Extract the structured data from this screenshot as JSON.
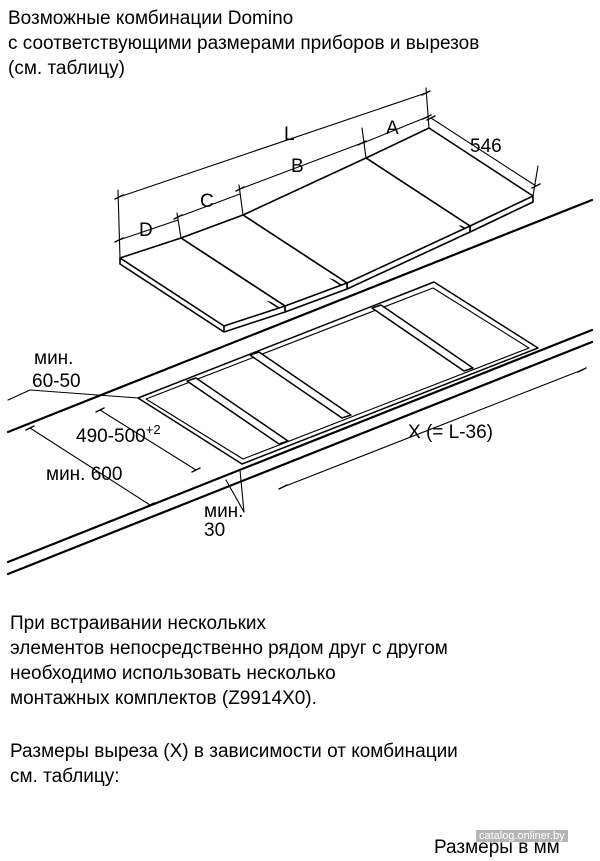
{
  "heading": {
    "line1": "Возможные комбинации Domino",
    "line2": "с соответствующими размерами приборов и вырезов",
    "line3": "(см. таблицу)"
  },
  "labels": {
    "L": "L",
    "A": "A",
    "B": "B",
    "C": "C",
    "D": "D",
    "depth": "546",
    "min_label": "мин.",
    "min_range": "60-50",
    "cutout_depth": "490-500",
    "cutout_tolerance": "+2",
    "min_600": "мин. 600",
    "min_short": "мин.",
    "min_30": "30",
    "cutout_width": "X (= L-36)"
  },
  "notes": {
    "para1": [
      "При встраивании нескольких",
      "элементов непосредственно рядом друг с другом",
      "необходимо использовать несколько",
      "монтажных комплектов (Z9914X0)."
    ],
    "para2": [
      "Размеры выреза (X) в зависимости от комбинации",
      "см. таблицу:"
    ]
  },
  "footer": {
    "units": "Размеры в мм",
    "watermark": "catalog.onliner.by"
  }
}
